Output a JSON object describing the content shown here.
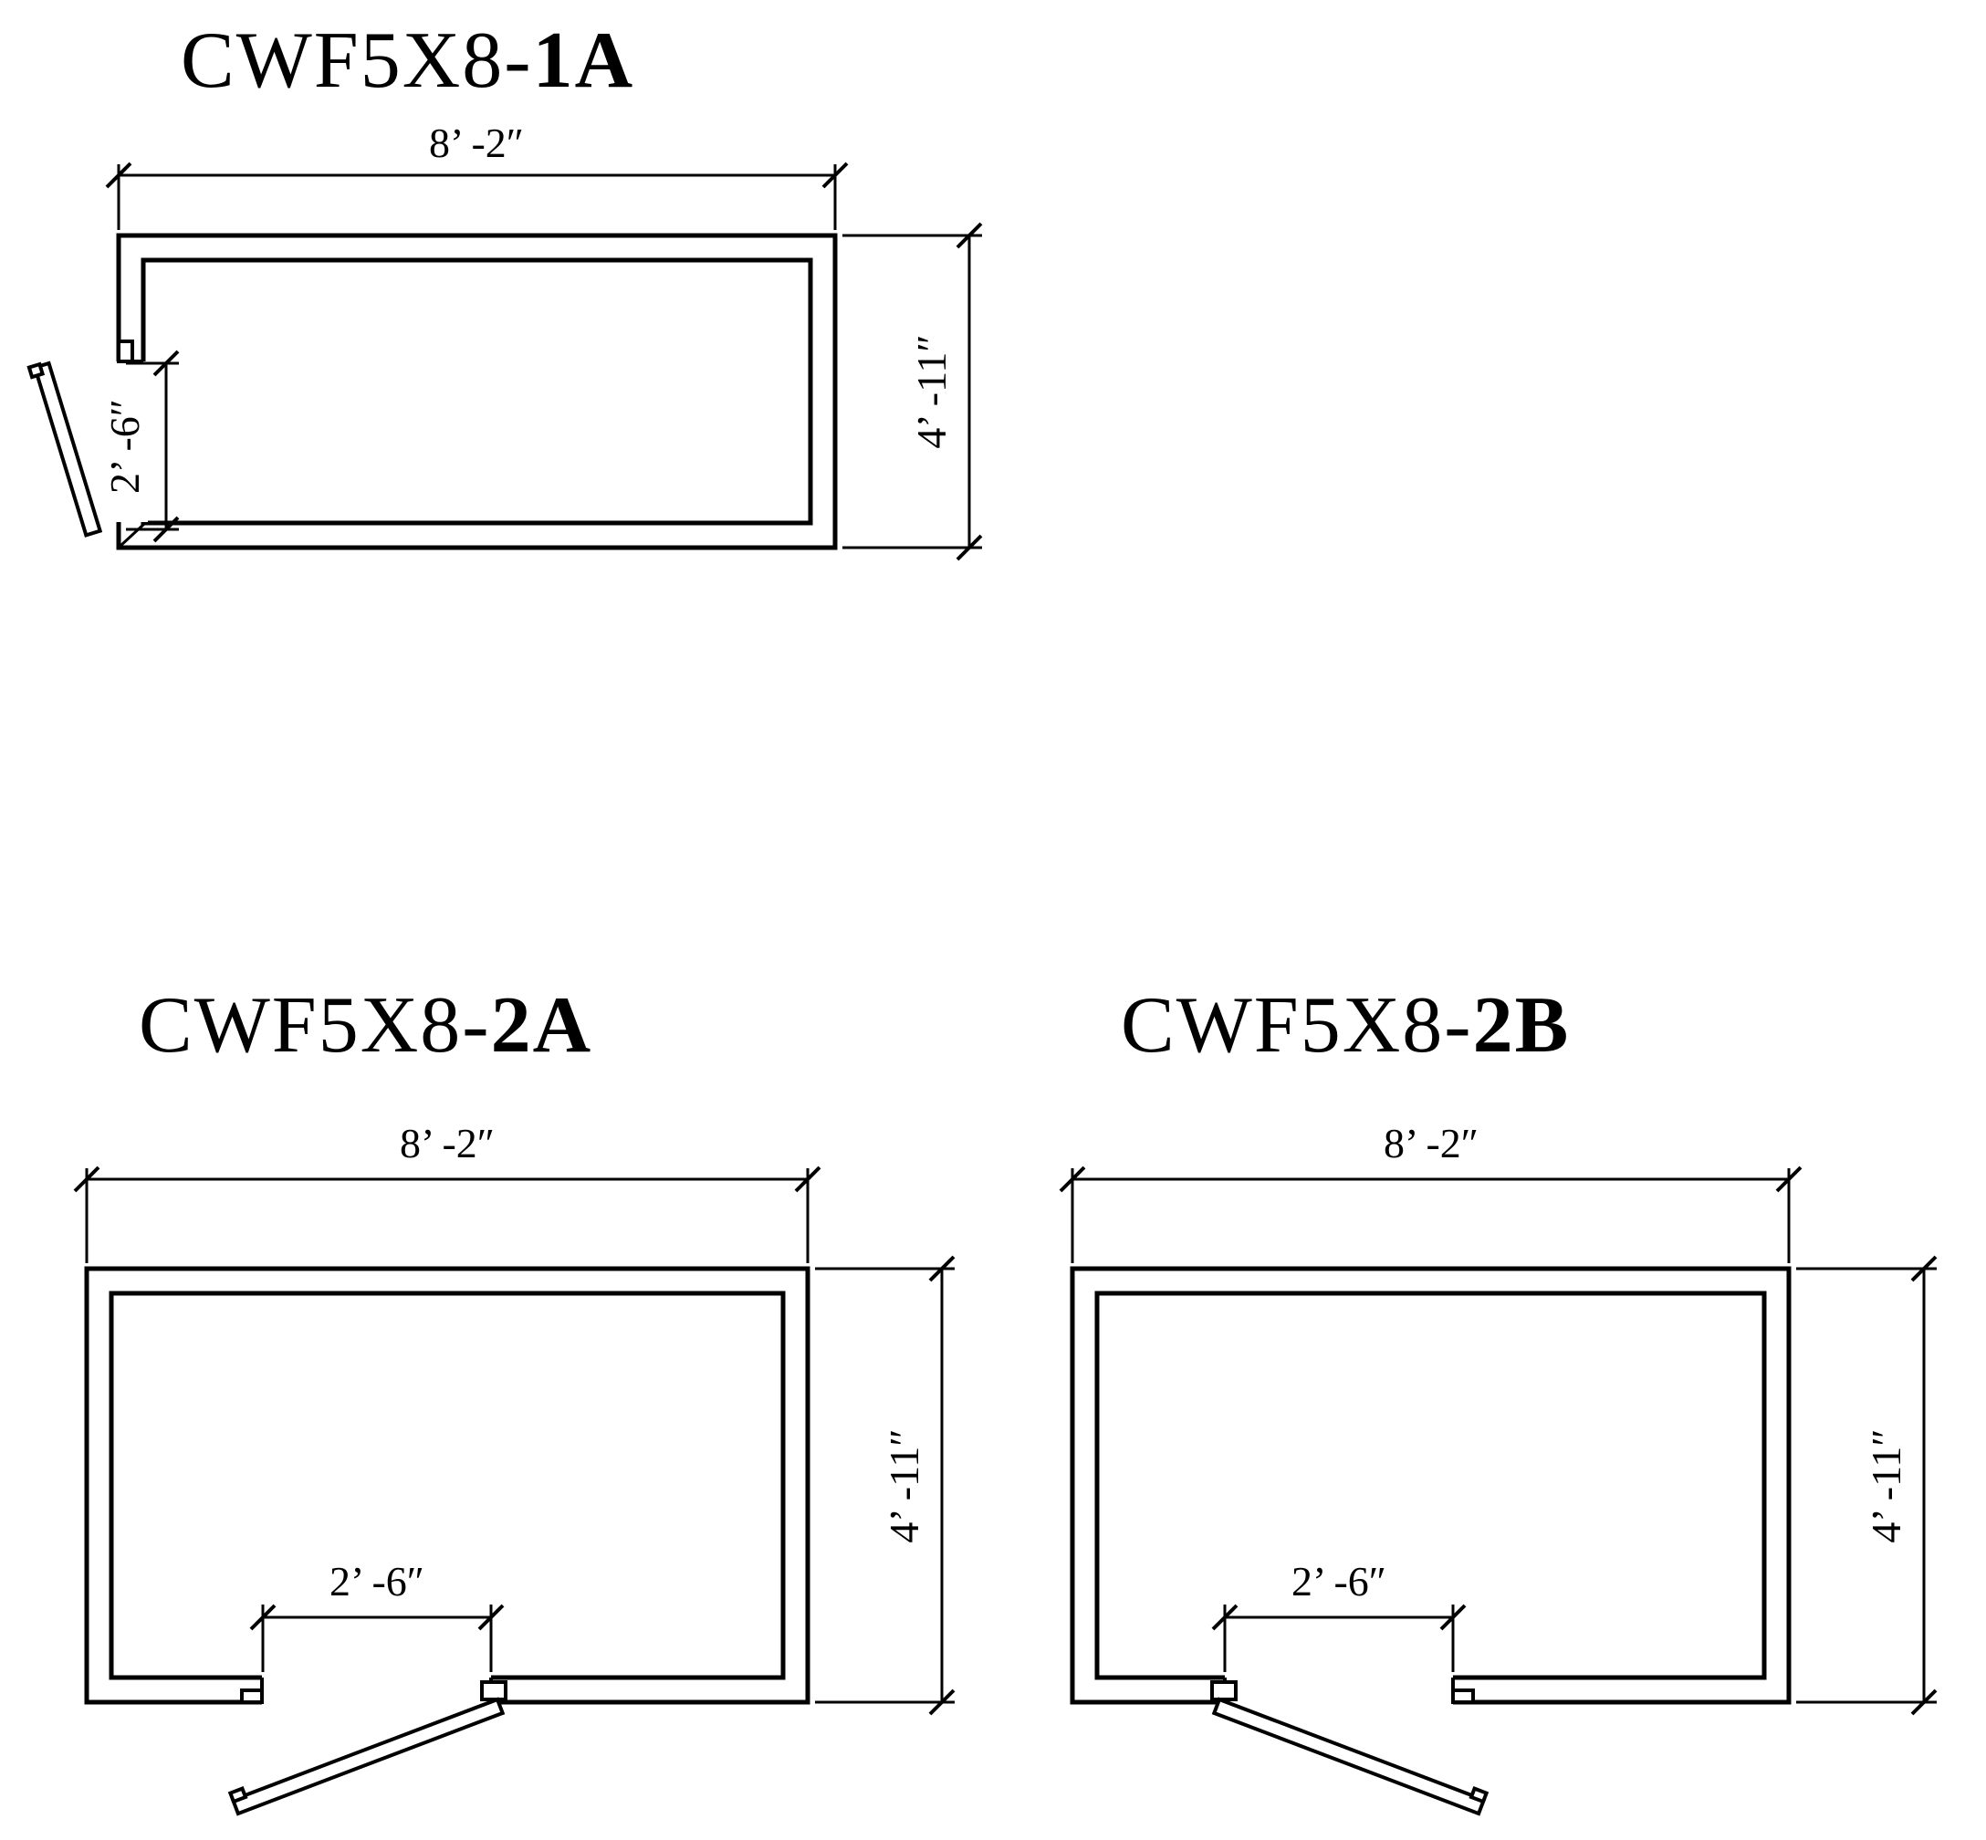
{
  "sheet": {
    "background": "#ffffff",
    "line_color": "#000000"
  },
  "plans": [
    {
      "model_prefix": "CWF5X8-",
      "model_variant": "1A",
      "width_dimension": "8’ -2″",
      "height_dimension": "4’ -11″",
      "door_dimension": "2’ -6″"
    },
    {
      "model_prefix": "CWF5X8-",
      "model_variant": "2A",
      "width_dimension": "8’ -2″",
      "height_dimension": "4’ -11″",
      "door_dimension": "2’ -6″"
    },
    {
      "model_prefix": "CWF5X8-",
      "model_variant": "2B",
      "width_dimension": "8’ -2″",
      "height_dimension": "4’ -11″",
      "door_dimension": "2’ -6″"
    }
  ]
}
